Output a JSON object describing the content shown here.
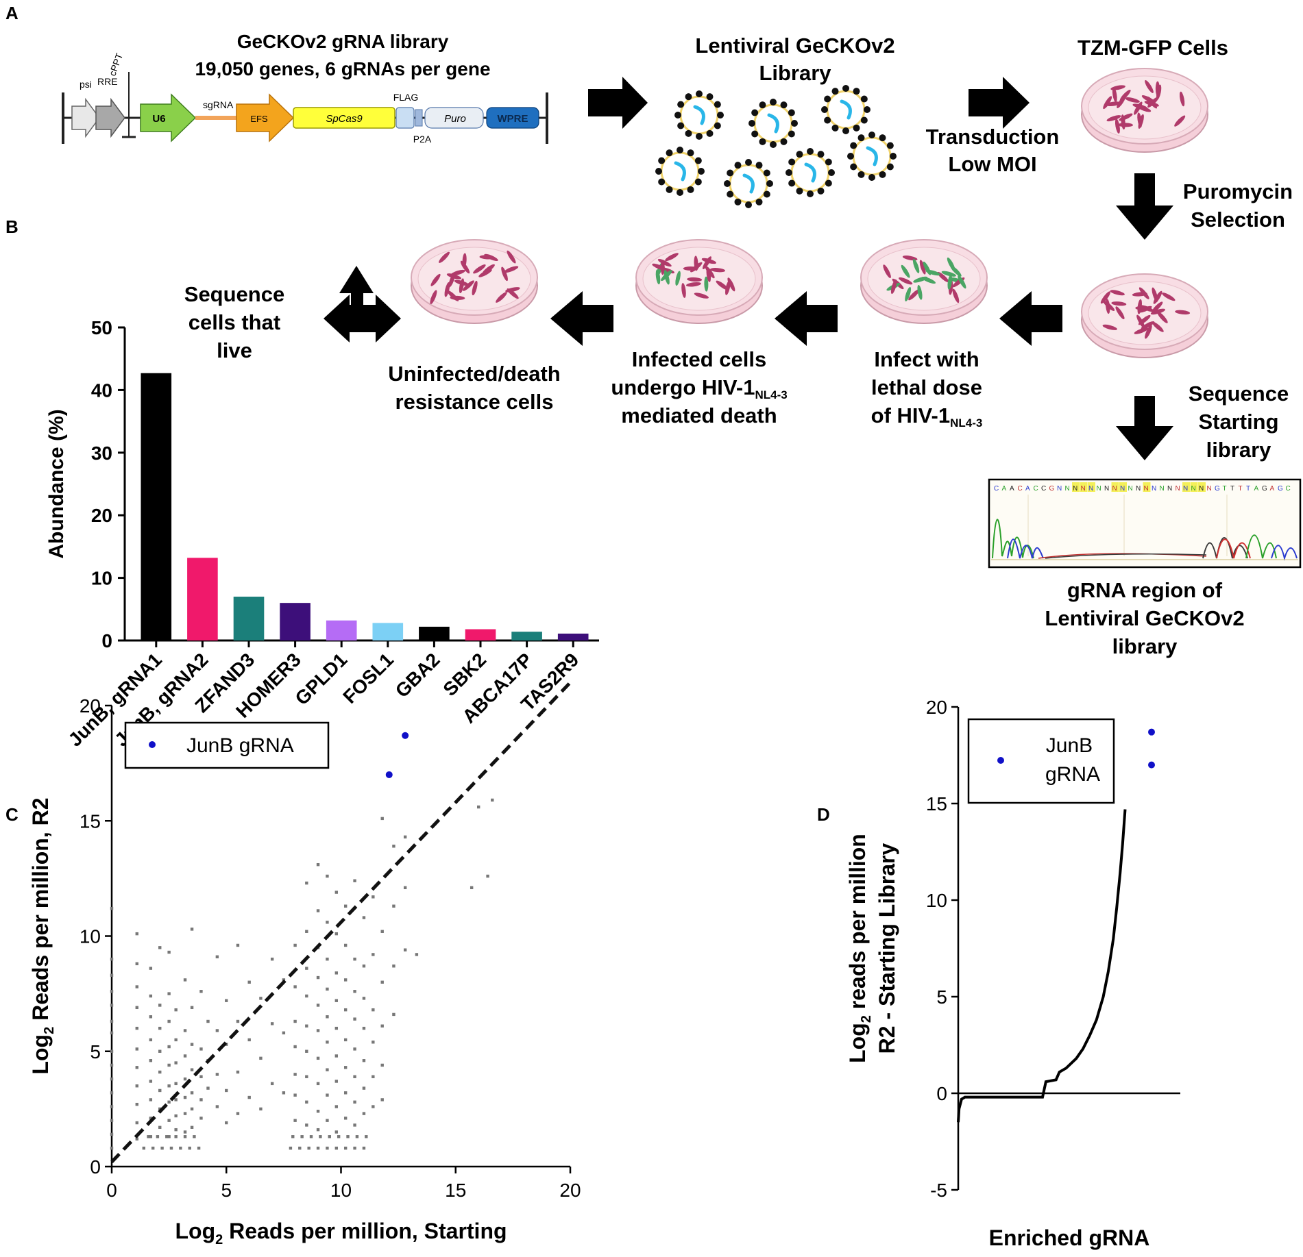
{
  "panels": [
    "A",
    "B",
    "C",
    "D"
  ],
  "schematic": {
    "library_title": "GeCKOv2 gRNA library",
    "library_subtitle": "19,050 genes, 6 gRNAs per gene",
    "vector_labels": [
      "psi",
      "RRE",
      "cPPT",
      "U6",
      "sgRNA",
      "EFS",
      "SpCas9",
      "FLAG",
      "P2A",
      "Puro",
      "WPRE"
    ],
    "lentiviral_label": [
      "Lentiviral GeCKOv2",
      "Library"
    ],
    "tzm_label": "TZM-GFP Cells",
    "transduction_label": [
      "Transduction",
      "Low MOI"
    ],
    "puromycin_label": [
      "Puromycin",
      "Selection"
    ],
    "sequence_start_label": [
      "Sequence",
      "Starting",
      "library"
    ],
    "chromatogram_caption": [
      "gRNA region of",
      "Lentiviral GeCKOv2",
      "library"
    ],
    "infect_label": [
      "Infect with",
      "lethal dose"
    ],
    "infect_label_3_prefix": "of HIV-1",
    "infect_label_3_sub": "NL4-3",
    "infected_label": [
      "Infected cells"
    ],
    "infected_label_2_prefix": "undergo HIV-1",
    "infected_label_2_sub": "NL4-3",
    "infected_label_3": "mediated death",
    "resistant_label": [
      "Uninfected/death",
      "resistance cells"
    ],
    "sequence_live_label": [
      "Sequence",
      "cells that",
      "live"
    ]
  },
  "chart_data": [
    {
      "type": "bar",
      "ylabel": "Abundance (%)",
      "ylim": [
        0,
        50
      ],
      "yticks": [
        0,
        10,
        20,
        30,
        40,
        50
      ],
      "categories": [
        "JunB, gRNA1",
        "JunB, gRNA2",
        "ZFAND3",
        "HOMER3",
        "GPLD1",
        "FOSL1",
        "GBA2",
        "SBK2",
        "ABCA17P",
        "TAS2R9"
      ],
      "values": [
        42.7,
        13.2,
        7.0,
        6.0,
        3.2,
        2.8,
        2.2,
        1.8,
        1.4,
        1.1
      ],
      "colors": [
        "#000000",
        "#f0196b",
        "#1b7f7a",
        "#3d0f7a",
        "#b56cf5",
        "#7cd0f5",
        "#000000",
        "#f0196b",
        "#1b7f7a",
        "#3d0f7a"
      ]
    },
    {
      "type": "scatter",
      "xlabel_prefix": "Log",
      "xlabel_sub": "2",
      "xlabel_rest": " Reads per million, Starting",
      "ylabel_prefix": "Log",
      "ylabel_sub": "2",
      "ylabel_rest": " Reads per million, R2",
      "xlim": [
        0,
        20
      ],
      "ylim": [
        0,
        20
      ],
      "xticks": [
        0,
        5,
        10,
        15,
        20
      ],
      "yticks": [
        0,
        5,
        10,
        15,
        20
      ],
      "legend": [
        "JunB gRNA"
      ],
      "highlight": [
        [
          12.8,
          18.7
        ],
        [
          12.1,
          17.0
        ]
      ],
      "points": [
        [
          0,
          11.2
        ],
        [
          0,
          9.0
        ],
        [
          0,
          8.3
        ],
        [
          0,
          7.6
        ],
        [
          0,
          7.0
        ],
        [
          0,
          6.3
        ],
        [
          0,
          5.8
        ],
        [
          0,
          5.0
        ],
        [
          0,
          4.4
        ],
        [
          0,
          3.8
        ],
        [
          0,
          3.2
        ],
        [
          0,
          2.6
        ],
        [
          0,
          2.0
        ],
        [
          0,
          1.4
        ],
        [
          0,
          0.8
        ],
        [
          1.1,
          10.1
        ],
        [
          1.1,
          8.8
        ],
        [
          1.1,
          7.8
        ],
        [
          1.1,
          6.9
        ],
        [
          1.1,
          6.0
        ],
        [
          1.1,
          5.1
        ],
        [
          1.1,
          4.3
        ],
        [
          1.1,
          3.5
        ],
        [
          1.1,
          2.7
        ],
        [
          1.1,
          1.9
        ],
        [
          1.1,
          1.2
        ],
        [
          1.7,
          8.6
        ],
        [
          1.7,
          7.4
        ],
        [
          1.7,
          6.5
        ],
        [
          1.7,
          5.5
        ],
        [
          1.7,
          4.6
        ],
        [
          1.7,
          3.7
        ],
        [
          1.7,
          2.9
        ],
        [
          1.7,
          2.1
        ],
        [
          1.7,
          1.3
        ],
        [
          2.1,
          9.5
        ],
        [
          2.1,
          7.0
        ],
        [
          2.1,
          6.0
        ],
        [
          2.1,
          5.0
        ],
        [
          2.1,
          4.1
        ],
        [
          2.1,
          3.3
        ],
        [
          2.1,
          2.5
        ],
        [
          2.1,
          1.7
        ],
        [
          2.5,
          9.3
        ],
        [
          2.5,
          7.5
        ],
        [
          2.5,
          6.3
        ],
        [
          2.5,
          5.2
        ],
        [
          2.5,
          4.4
        ],
        [
          2.5,
          3.5
        ],
        [
          2.5,
          2.8
        ],
        [
          2.5,
          2.0
        ],
        [
          2.5,
          1.3
        ],
        [
          2.8,
          6.8
        ],
        [
          2.8,
          5.5
        ],
        [
          2.8,
          4.5
        ],
        [
          2.8,
          3.6
        ],
        [
          2.8,
          2.9
        ],
        [
          2.8,
          2.2
        ],
        [
          2.8,
          1.6
        ],
        [
          3.2,
          8.1
        ],
        [
          3.2,
          5.9
        ],
        [
          3.2,
          4.8
        ],
        [
          3.2,
          3.8
        ],
        [
          3.2,
          3.0
        ],
        [
          3.2,
          2.3
        ],
        [
          3.2,
          1.5
        ],
        [
          3.5,
          10.3
        ],
        [
          3.5,
          6.9
        ],
        [
          3.5,
          5.3
        ],
        [
          3.5,
          4.2
        ],
        [
          3.5,
          3.2
        ],
        [
          3.5,
          2.5
        ],
        [
          3.5,
          1.7
        ],
        [
          3.9,
          7.6
        ],
        [
          3.9,
          5.1
        ],
        [
          3.9,
          3.9
        ],
        [
          3.9,
          2.9
        ],
        [
          3.9,
          2.1
        ],
        [
          4.2,
          6.3
        ],
        [
          4.2,
          4.6
        ],
        [
          4.2,
          3.4
        ],
        [
          4.6,
          9.1
        ],
        [
          4.6,
          5.9
        ],
        [
          4.6,
          4.0
        ],
        [
          4.6,
          2.6
        ],
        [
          5.0,
          7.2
        ],
        [
          5.0,
          5.3
        ],
        [
          5.0,
          3.3
        ],
        [
          5.0,
          1.9
        ],
        [
          5.5,
          9.6
        ],
        [
          5.5,
          6.3
        ],
        [
          5.5,
          4.1
        ],
        [
          5.5,
          2.3
        ],
        [
          6.0,
          8.0
        ],
        [
          6.0,
          5.5
        ],
        [
          6.0,
          3.0
        ],
        [
          6.5,
          7.3
        ],
        [
          6.5,
          4.7
        ],
        [
          6.5,
          2.5
        ],
        [
          7.0,
          9.0
        ],
        [
          7.0,
          6.2
        ],
        [
          7.0,
          3.6
        ],
        [
          7.5,
          8.1
        ],
        [
          7.5,
          5.8
        ],
        [
          7.5,
          3.2
        ],
        [
          8.0,
          9.6
        ],
        [
          8.0,
          7.8
        ],
        [
          8.0,
          6.3
        ],
        [
          8.0,
          5.2
        ],
        [
          8.0,
          4.0
        ],
        [
          8.0,
          3.1
        ],
        [
          8.0,
          2.0
        ],
        [
          8.5,
          12.3
        ],
        [
          8.5,
          10.2
        ],
        [
          8.5,
          8.6
        ],
        [
          8.5,
          7.4
        ],
        [
          8.5,
          6.1
        ],
        [
          8.5,
          5.0
        ],
        [
          8.5,
          3.9
        ],
        [
          8.5,
          2.8
        ],
        [
          8.5,
          1.8
        ],
        [
          9.0,
          13.1
        ],
        [
          9.0,
          11.1
        ],
        [
          9.0,
          9.5
        ],
        [
          9.0,
          8.2
        ],
        [
          9.0,
          7.0
        ],
        [
          9.0,
          5.9
        ],
        [
          9.0,
          4.7
        ],
        [
          9.0,
          3.6
        ],
        [
          9.0,
          2.4
        ],
        [
          9.0,
          1.6
        ],
        [
          9.4,
          12.6
        ],
        [
          9.4,
          10.6
        ],
        [
          9.4,
          9.0
        ],
        [
          9.4,
          7.7
        ],
        [
          9.4,
          6.5
        ],
        [
          9.4,
          5.4
        ],
        [
          9.4,
          4.2
        ],
        [
          9.4,
          3.1
        ],
        [
          9.4,
          2.0
        ],
        [
          9.8,
          11.9
        ],
        [
          9.8,
          10.1
        ],
        [
          9.8,
          8.4
        ],
        [
          9.8,
          7.2
        ],
        [
          9.8,
          6.0
        ],
        [
          9.8,
          4.8
        ],
        [
          9.8,
          3.7
        ],
        [
          9.8,
          2.6
        ],
        [
          9.8,
          1.5
        ],
        [
          10.2,
          11.3
        ],
        [
          10.2,
          9.6
        ],
        [
          10.2,
          8.1
        ],
        [
          10.2,
          6.8
        ],
        [
          10.2,
          5.5
        ],
        [
          10.2,
          4.3
        ],
        [
          10.2,
          3.2
        ],
        [
          10.2,
          2.1
        ],
        [
          10.6,
          12.4
        ],
        [
          10.6,
          9.0
        ],
        [
          10.6,
          7.6
        ],
        [
          10.6,
          6.4
        ],
        [
          10.6,
          5.1
        ],
        [
          10.6,
          3.9
        ],
        [
          10.6,
          2.8
        ],
        [
          10.6,
          1.8
        ],
        [
          11.0,
          10.8
        ],
        [
          11.0,
          8.7
        ],
        [
          11.0,
          7.3
        ],
        [
          11.0,
          6.0
        ],
        [
          11.0,
          4.6
        ],
        [
          11.0,
          3.4
        ],
        [
          11.0,
          2.3
        ],
        [
          11.4,
          11.7
        ],
        [
          11.4,
          9.2
        ],
        [
          11.4,
          6.8
        ],
        [
          11.4,
          5.4
        ],
        [
          11.4,
          3.9
        ],
        [
          11.4,
          2.6
        ],
        [
          11.8,
          15.1
        ],
        [
          11.8,
          10.2
        ],
        [
          11.8,
          8.0
        ],
        [
          11.8,
          6.1
        ],
        [
          11.8,
          4.4
        ],
        [
          11.8,
          2.9
        ],
        [
          12.3,
          13.9
        ],
        [
          12.3,
          11.3
        ],
        [
          12.3,
          8.7
        ],
        [
          12.3,
          6.6
        ],
        [
          12.8,
          14.3
        ],
        [
          12.8,
          12.1
        ],
        [
          12.8,
          9.4
        ],
        [
          13.3,
          9.2
        ],
        [
          15.7,
          12.1
        ],
        [
          16.4,
          12.6
        ],
        [
          16.0,
          15.6
        ],
        [
          16.6,
          15.9
        ]
      ],
      "baseline_points": [
        [
          1.4,
          0.8
        ],
        [
          1.8,
          0.8
        ],
        [
          2.2,
          0.8
        ],
        [
          2.6,
          0.8
        ],
        [
          3.0,
          0.8
        ],
        [
          3.4,
          0.8
        ],
        [
          3.8,
          0.8
        ],
        [
          1.6,
          1.3
        ],
        [
          2.0,
          1.3
        ],
        [
          2.4,
          1.3
        ],
        [
          2.8,
          1.3
        ],
        [
          3.2,
          1.3
        ],
        [
          3.6,
          1.3
        ],
        [
          7.8,
          0.8
        ],
        [
          8.2,
          0.8
        ],
        [
          8.6,
          0.8
        ],
        [
          9.0,
          0.8
        ],
        [
          9.4,
          0.8
        ],
        [
          9.8,
          0.8
        ],
        [
          10.2,
          0.8
        ],
        [
          10.6,
          0.8
        ],
        [
          11.0,
          0.8
        ],
        [
          7.9,
          1.3
        ],
        [
          8.3,
          1.3
        ],
        [
          8.7,
          1.3
        ],
        [
          9.1,
          1.3
        ],
        [
          9.5,
          1.3
        ],
        [
          9.9,
          1.3
        ],
        [
          10.3,
          1.3
        ],
        [
          10.7,
          1.3
        ],
        [
          11.1,
          1.3
        ]
      ],
      "trendline": [
        [
          0,
          0.2
        ],
        [
          20,
          21.0
        ]
      ]
    },
    {
      "type": "line",
      "xlabel": "Enriched gRNA",
      "ylabel_line1_prefix": "Log",
      "ylabel_line1_sub": "2",
      "ylabel_line1_rest": " reads per million",
      "ylabel_line2": "R2 - Starting Library",
      "ylim": [
        -5,
        20
      ],
      "yticks": [
        -5,
        0,
        5,
        10,
        15,
        20
      ],
      "legend": [
        "JunB",
        "gRNA"
      ],
      "highlight_y": [
        18.7,
        17.0
      ],
      "curve": [
        [
          0,
          -1.5
        ],
        [
          0.005,
          -0.8
        ],
        [
          0.02,
          -0.3
        ],
        [
          0.04,
          -0.2
        ],
        [
          0.45,
          -0.2
        ],
        [
          0.5,
          -0.2
        ],
        [
          0.52,
          0.6
        ],
        [
          0.58,
          0.7
        ],
        [
          0.6,
          1.1
        ],
        [
          0.64,
          1.3
        ],
        [
          0.7,
          1.8
        ],
        [
          0.74,
          2.3
        ],
        [
          0.78,
          3.0
        ],
        [
          0.82,
          3.8
        ],
        [
          0.86,
          5.0
        ],
        [
          0.89,
          6.3
        ],
        [
          0.92,
          8.0
        ],
        [
          0.94,
          9.6
        ],
        [
          0.96,
          11.4
        ],
        [
          0.975,
          12.9
        ],
        [
          0.99,
          14.7
        ]
      ]
    }
  ]
}
